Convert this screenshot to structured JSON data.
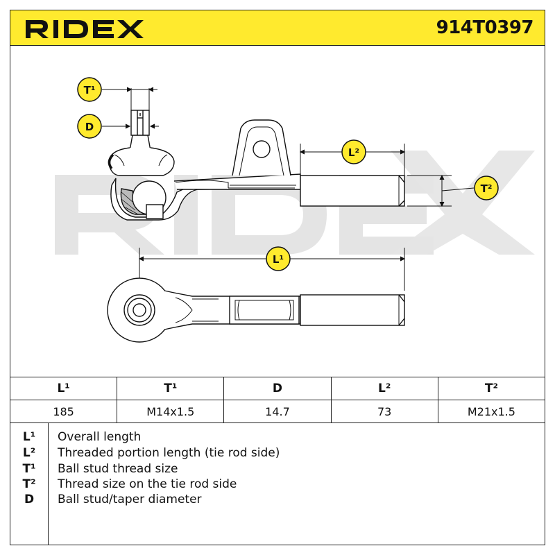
{
  "header": {
    "brand": "RIDEX",
    "part_number": "914T0397",
    "colors": {
      "band": "#ffea2e",
      "ink": "#111111",
      "watermark": "#e2e2e2"
    }
  },
  "diagram": {
    "watermark": "RIDEX",
    "callouts": {
      "t1": "T¹",
      "d": "D",
      "l2": "L²",
      "t2": "T²",
      "l1": "L¹"
    }
  },
  "table": {
    "headers": [
      "L¹",
      "T¹",
      "D",
      "L²",
      "T²"
    ],
    "values": [
      "185",
      "M14x1.5",
      "14.7",
      "73",
      "M21x1.5"
    ]
  },
  "legend": {
    "items": [
      {
        "code": "L¹",
        "desc": "Overall length"
      },
      {
        "code": "L²",
        "desc": "Threaded portion length (tie rod side)"
      },
      {
        "code": "T¹",
        "desc": "Ball stud thread size"
      },
      {
        "code": "T²",
        "desc": "Thread size on the tie rod side"
      },
      {
        "code": "D",
        "desc": "Ball stud/taper diameter"
      }
    ]
  }
}
